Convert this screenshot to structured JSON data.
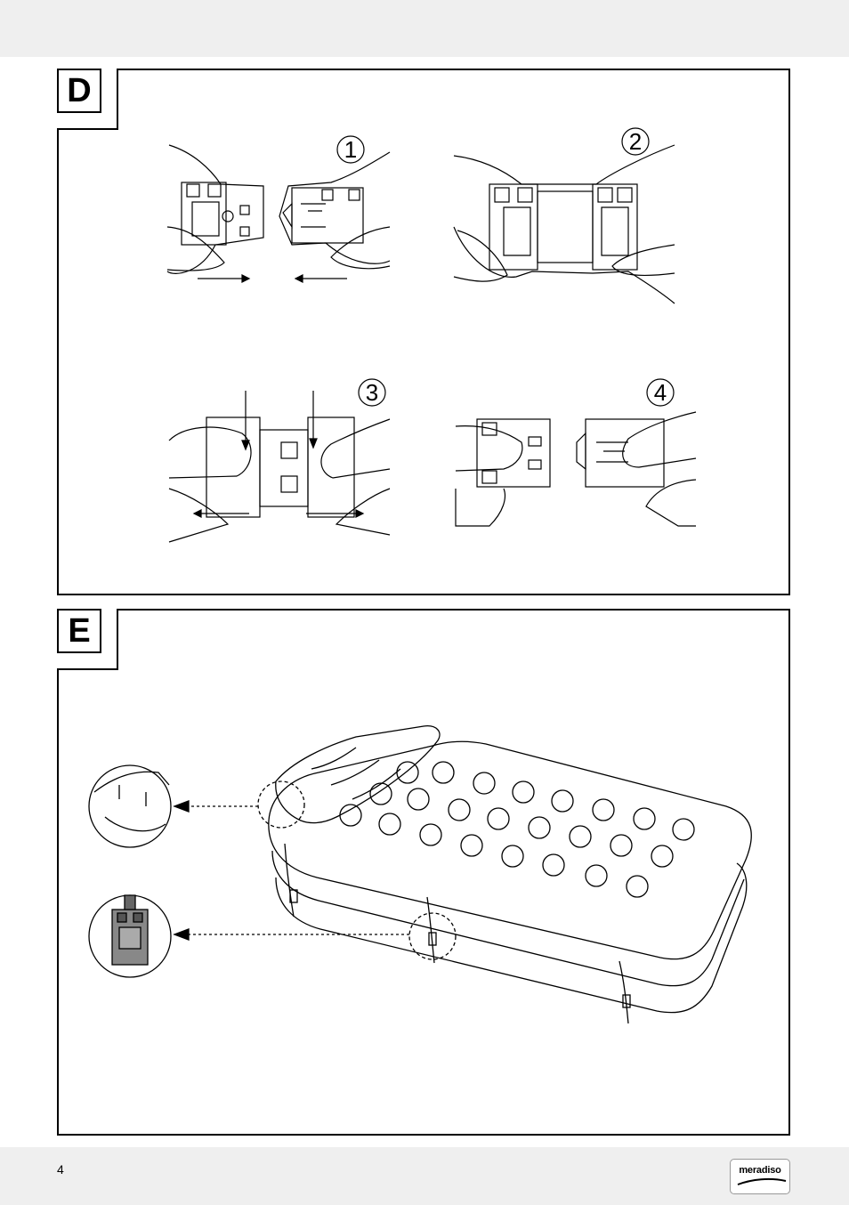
{
  "sections": {
    "d": {
      "letter": "D",
      "steps": [
        "1",
        "2",
        "3",
        "4"
      ]
    },
    "e": {
      "letter": "E"
    }
  },
  "footer": {
    "page_number": "4",
    "brand": "meradiso"
  },
  "icons": [
    "hand-illustration",
    "buckle-illustration",
    "arrow-icon",
    "mattress-illustration",
    "detail-magnifier-icon"
  ],
  "colors": {
    "band": "#efefef",
    "line": "#000000"
  }
}
